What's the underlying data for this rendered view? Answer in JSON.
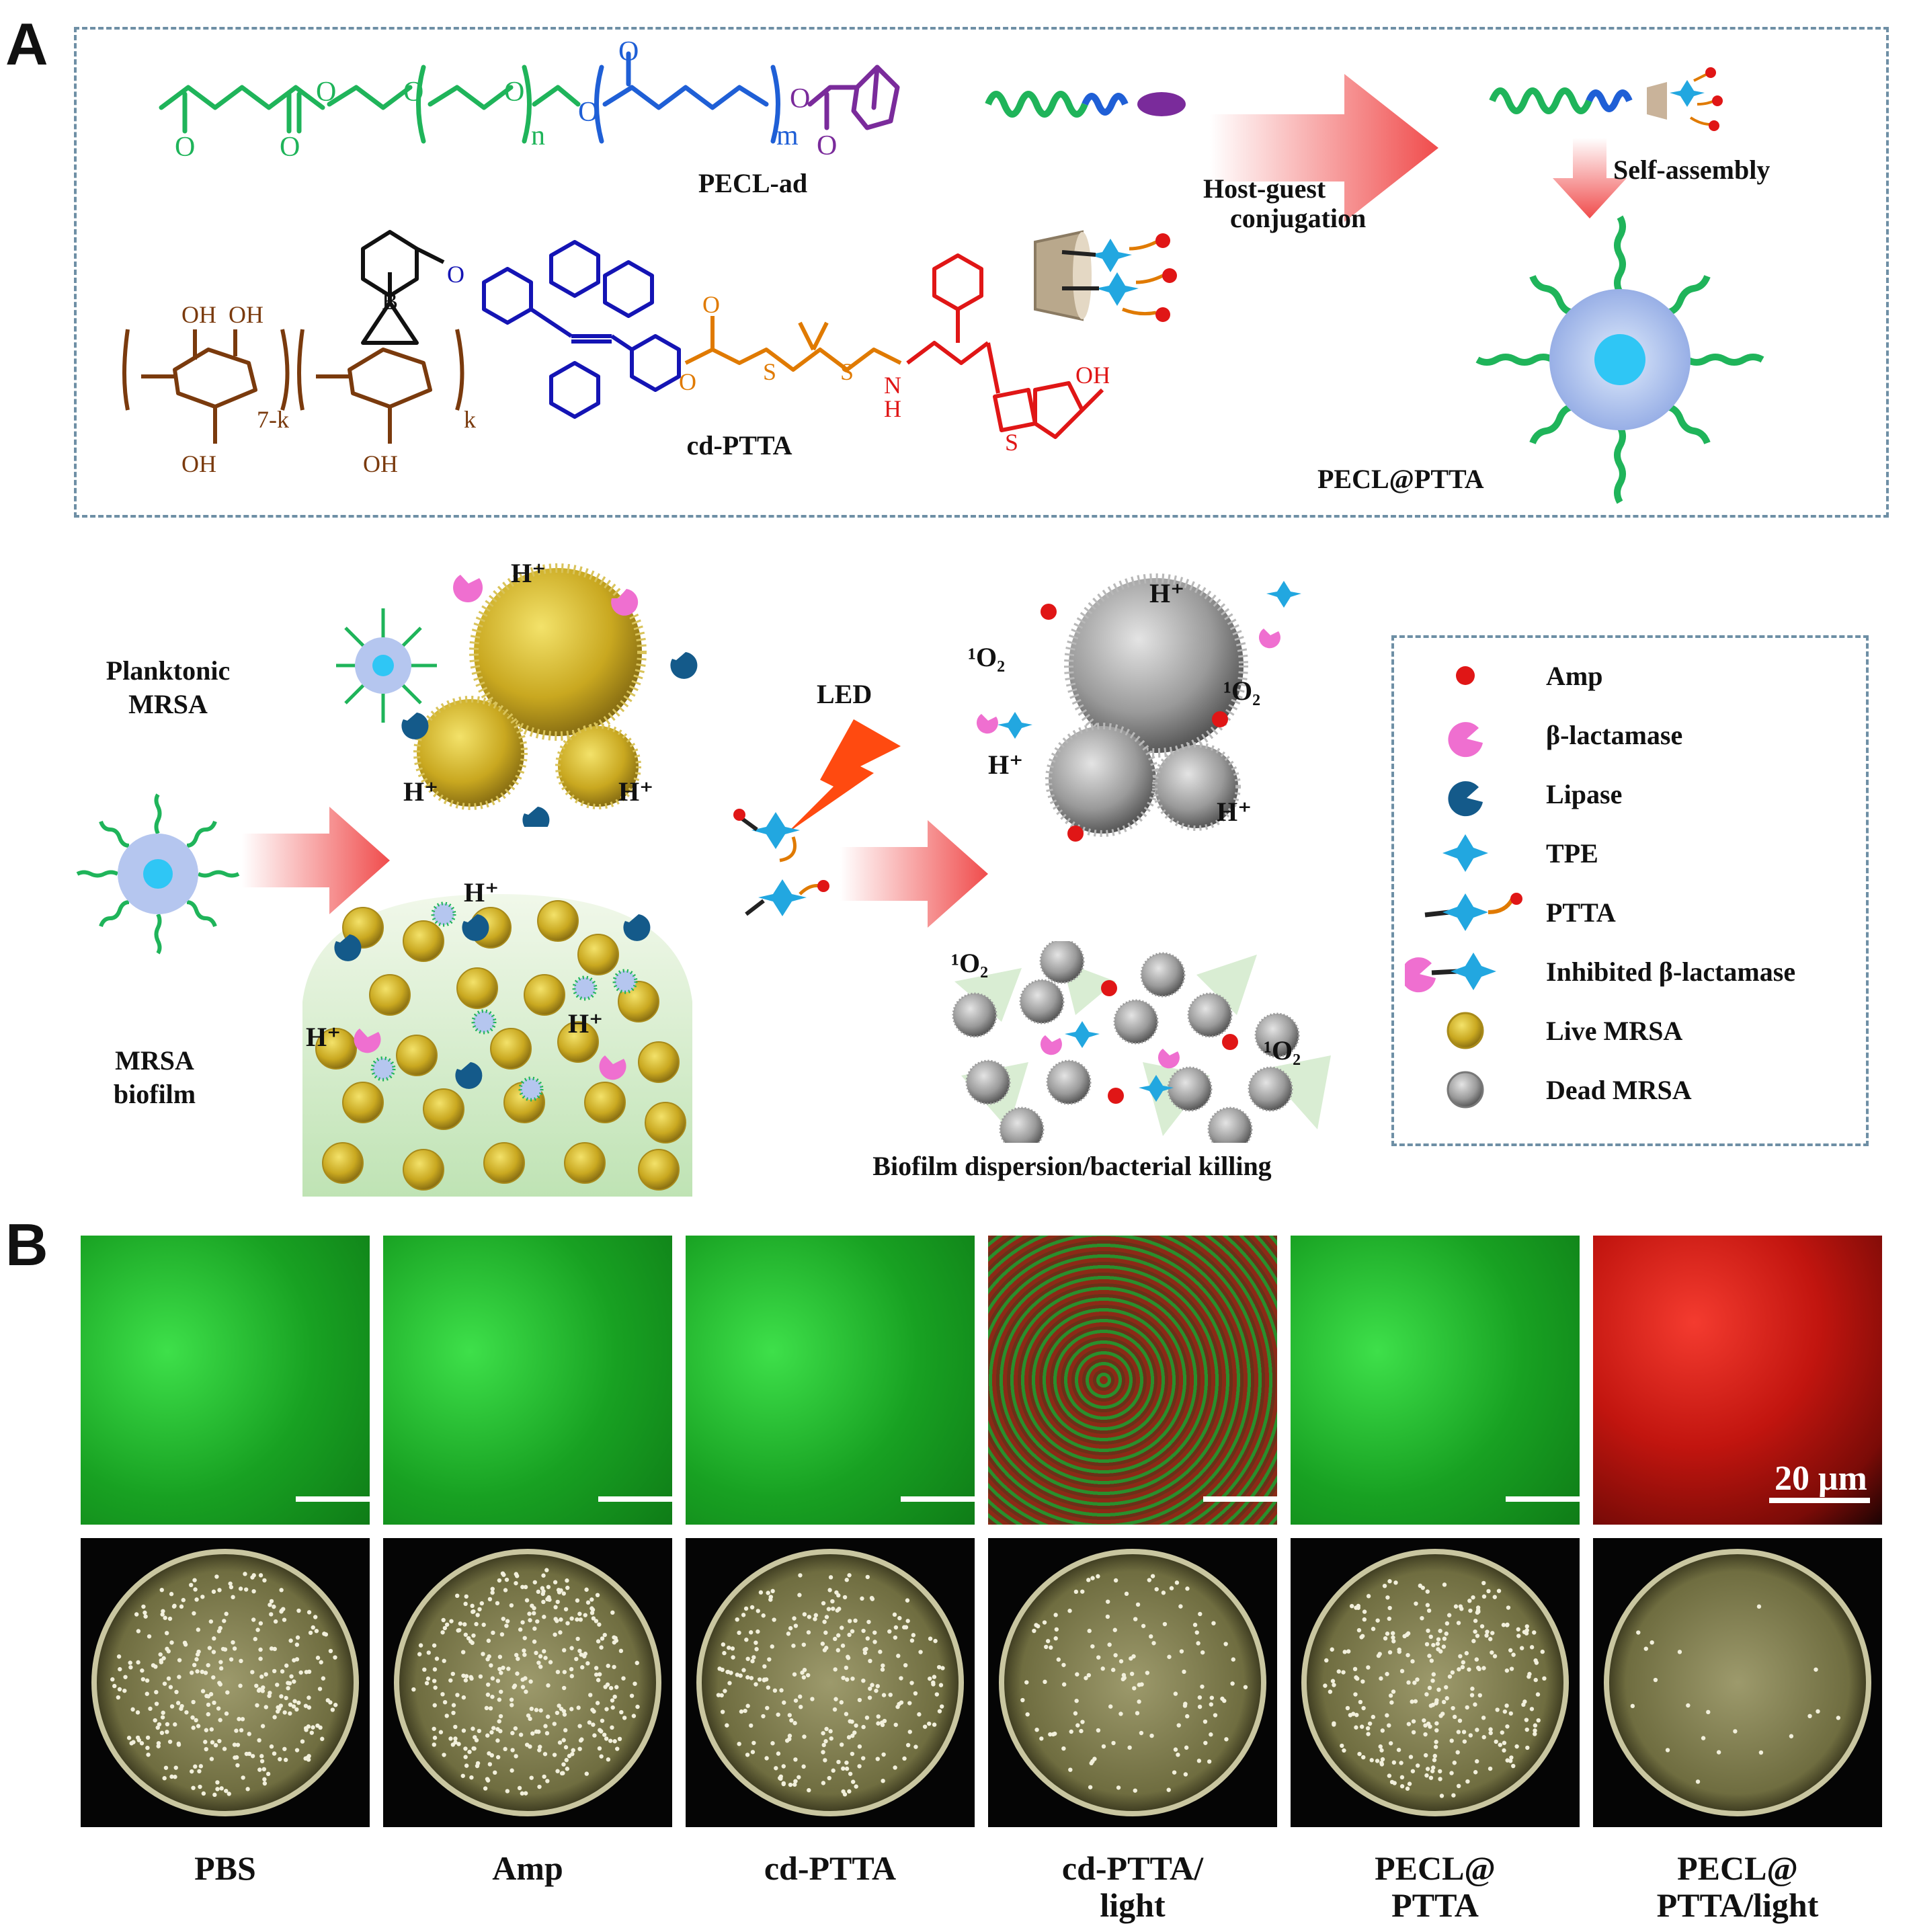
{
  "panels": {
    "a": "A",
    "b": "B"
  },
  "scheme": {
    "polymer_name": "PECL-ad",
    "drug_name": "cd-PTTA",
    "hostguest_line1": "Host-guest",
    "hostguest_line2": "conjugation",
    "selfassembly": "Self-assembly",
    "micelle_name": "PECL@PTTA",
    "chem": {
      "n": "n",
      "m": "m",
      "k": "k",
      "k2": "7-k",
      "O": "O",
      "B": "B",
      "S": "S",
      "N": "N",
      "H": "H",
      "OH": "OH"
    }
  },
  "mechanism": {
    "planktonic_line1": "Plank tonic",
    "planktonic_display_line1": "Planktonic",
    "planktonic_line2": "MRSA",
    "biofilm_line1": "MRSA",
    "biofilm_line2": "biofilm",
    "led": "LED",
    "proton": "H⁺",
    "singlet_oxygen": "¹O₂",
    "dispersion": "Biofilm  dispersion/bacterial  killing"
  },
  "legend": {
    "items": [
      {
        "label": "Amp",
        "icon": "red-dot"
      },
      {
        "label": "β-lactamase",
        "icon": "pink-pacman"
      },
      {
        "label": "Lipase",
        "icon": "blue-pacman"
      },
      {
        "label": "TPE",
        "icon": "blue-star"
      },
      {
        "label": "PTTA",
        "icon": "ptta-glyph"
      },
      {
        "label": "Inhibited  β-lactamase",
        "icon": "inhibited-glyph"
      },
      {
        "label": "Live MRSA",
        "icon": "live-bacterium"
      },
      {
        "label": "Dead MRSA",
        "icon": "dead-bacterium"
      }
    ]
  },
  "panel_b": {
    "scale": "20 μm",
    "captions": [
      {
        "l1": "PBS",
        "l2": ""
      },
      {
        "l1": "Amp",
        "l2": ""
      },
      {
        "l1": "cd-PTTA",
        "l2": ""
      },
      {
        "l1": "cd-PTTA/",
        "l2": "light"
      },
      {
        "l1": "PECL@",
        "l2": "PTTA"
      },
      {
        "l1": "PECL@",
        "l2": "PTTA/light"
      }
    ]
  },
  "colors": {
    "peg_green": "#1fb45a",
    "pcl_blue": "#1f5fd6",
    "adamantane_purple": "#7a2b9b",
    "cd_brown": "#7a3a0d",
    "tpe_blue": "#1414b4",
    "linker_orange": "#e07a00",
    "amp_red": "#e01616",
    "arrow_red": "#f04c4c",
    "live_green": "#22c62a",
    "dead_red": "#d8231c"
  }
}
